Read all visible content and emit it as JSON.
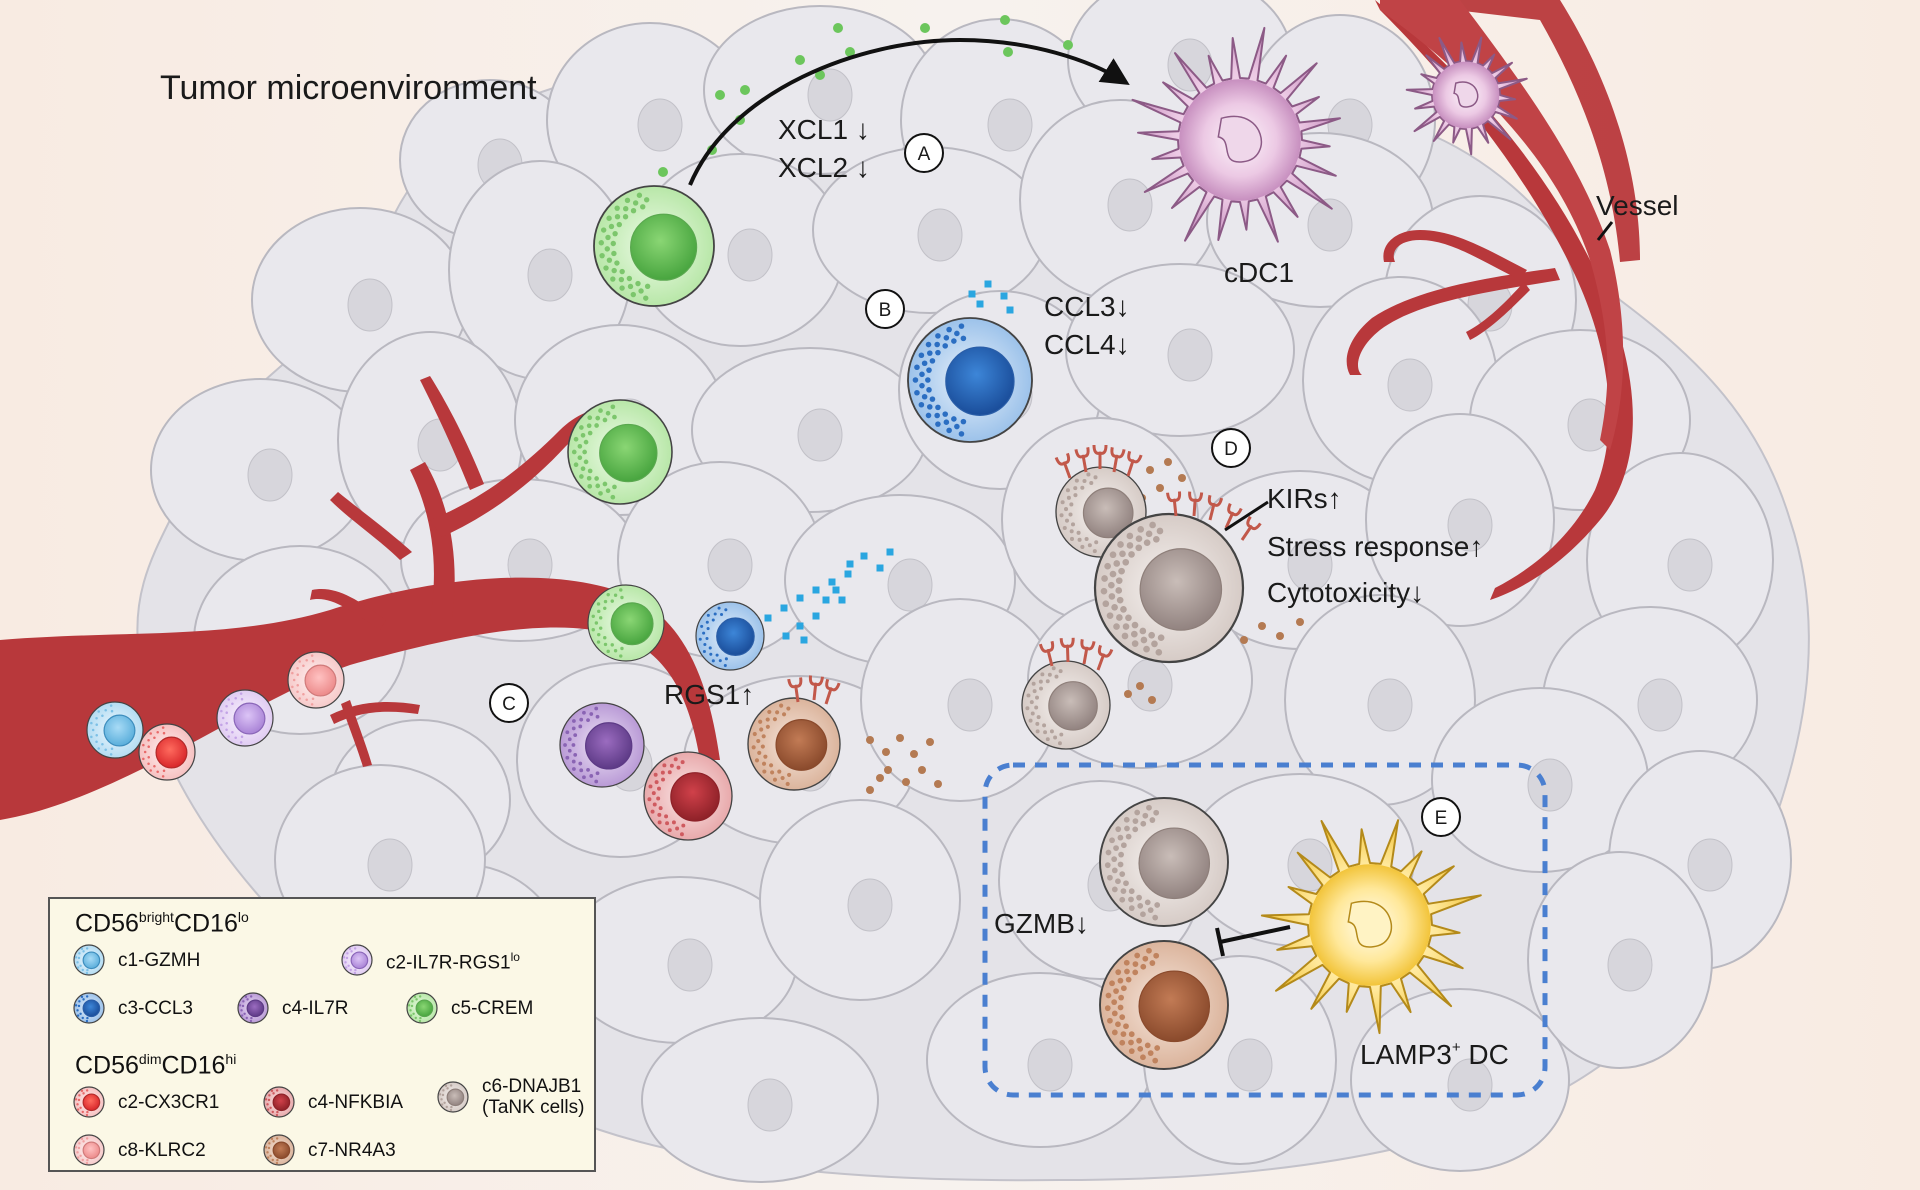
{
  "title": "Tumor microenvironment",
  "markers": {
    "a": "A",
    "b": "B",
    "c": "C",
    "d": "D",
    "e": "E"
  },
  "annotations": {
    "xcl1": "XCL1 ↓",
    "xcl2": "XCL2 ↓",
    "ccl3": "CCL3↓",
    "ccl4": "CCL4↓",
    "rgs1": "RGS1↑",
    "kirs": "KIRs↑",
    "stress": "Stress response↑",
    "cytotoxicity": "Cytotoxicity↓",
    "gzmb": "GZMB↓",
    "cdc1": "cDC1",
    "vessel": "Vessel",
    "lamp3_main": "LAMP3",
    "lamp3_sup": "+",
    "lamp3_tail": " DC"
  },
  "legend": {
    "group1": {
      "main1": "CD56",
      "sup1": "bright",
      "main2": "CD16",
      "sup2": "lo"
    },
    "group2": {
      "main1": "CD56",
      "sup1": "dim",
      "main2": "CD16",
      "sup2": "hi"
    },
    "items": [
      {
        "label": "c1-GZMH",
        "color": "#8fcbe8"
      },
      {
        "label": "c2-IL7R-RGS1",
        "sup": "lo",
        "color": "#c9a8e8"
      },
      {
        "label": "c3-CCL3",
        "color": "#1f5fb0"
      },
      {
        "label": "c4-IL7R",
        "color": "#7a4fa0"
      },
      {
        "label": "c5-CREM",
        "color": "#6fc265"
      },
      {
        "label": "c2-CX3CR1",
        "color": "#e03a3a"
      },
      {
        "label": "c4-NFKBIA",
        "color": "#a83238"
      },
      {
        "label": "c6-DNAJB1",
        "label2": "(TaNK cells)",
        "color": "#9b8b86"
      },
      {
        "label": "c8-KLRC2",
        "color": "#f09a9a"
      },
      {
        "label": "c7-NR4A3",
        "color": "#9a5a3c"
      }
    ]
  },
  "colors": {
    "vessel": "#b8383b",
    "tissue": "#e6e5ea",
    "tissue_edge": "#b9b8c0",
    "box_dash": "#4a7fd0",
    "cdc1": "#c78fbf",
    "lamp3_dc": "#f2c43a"
  }
}
